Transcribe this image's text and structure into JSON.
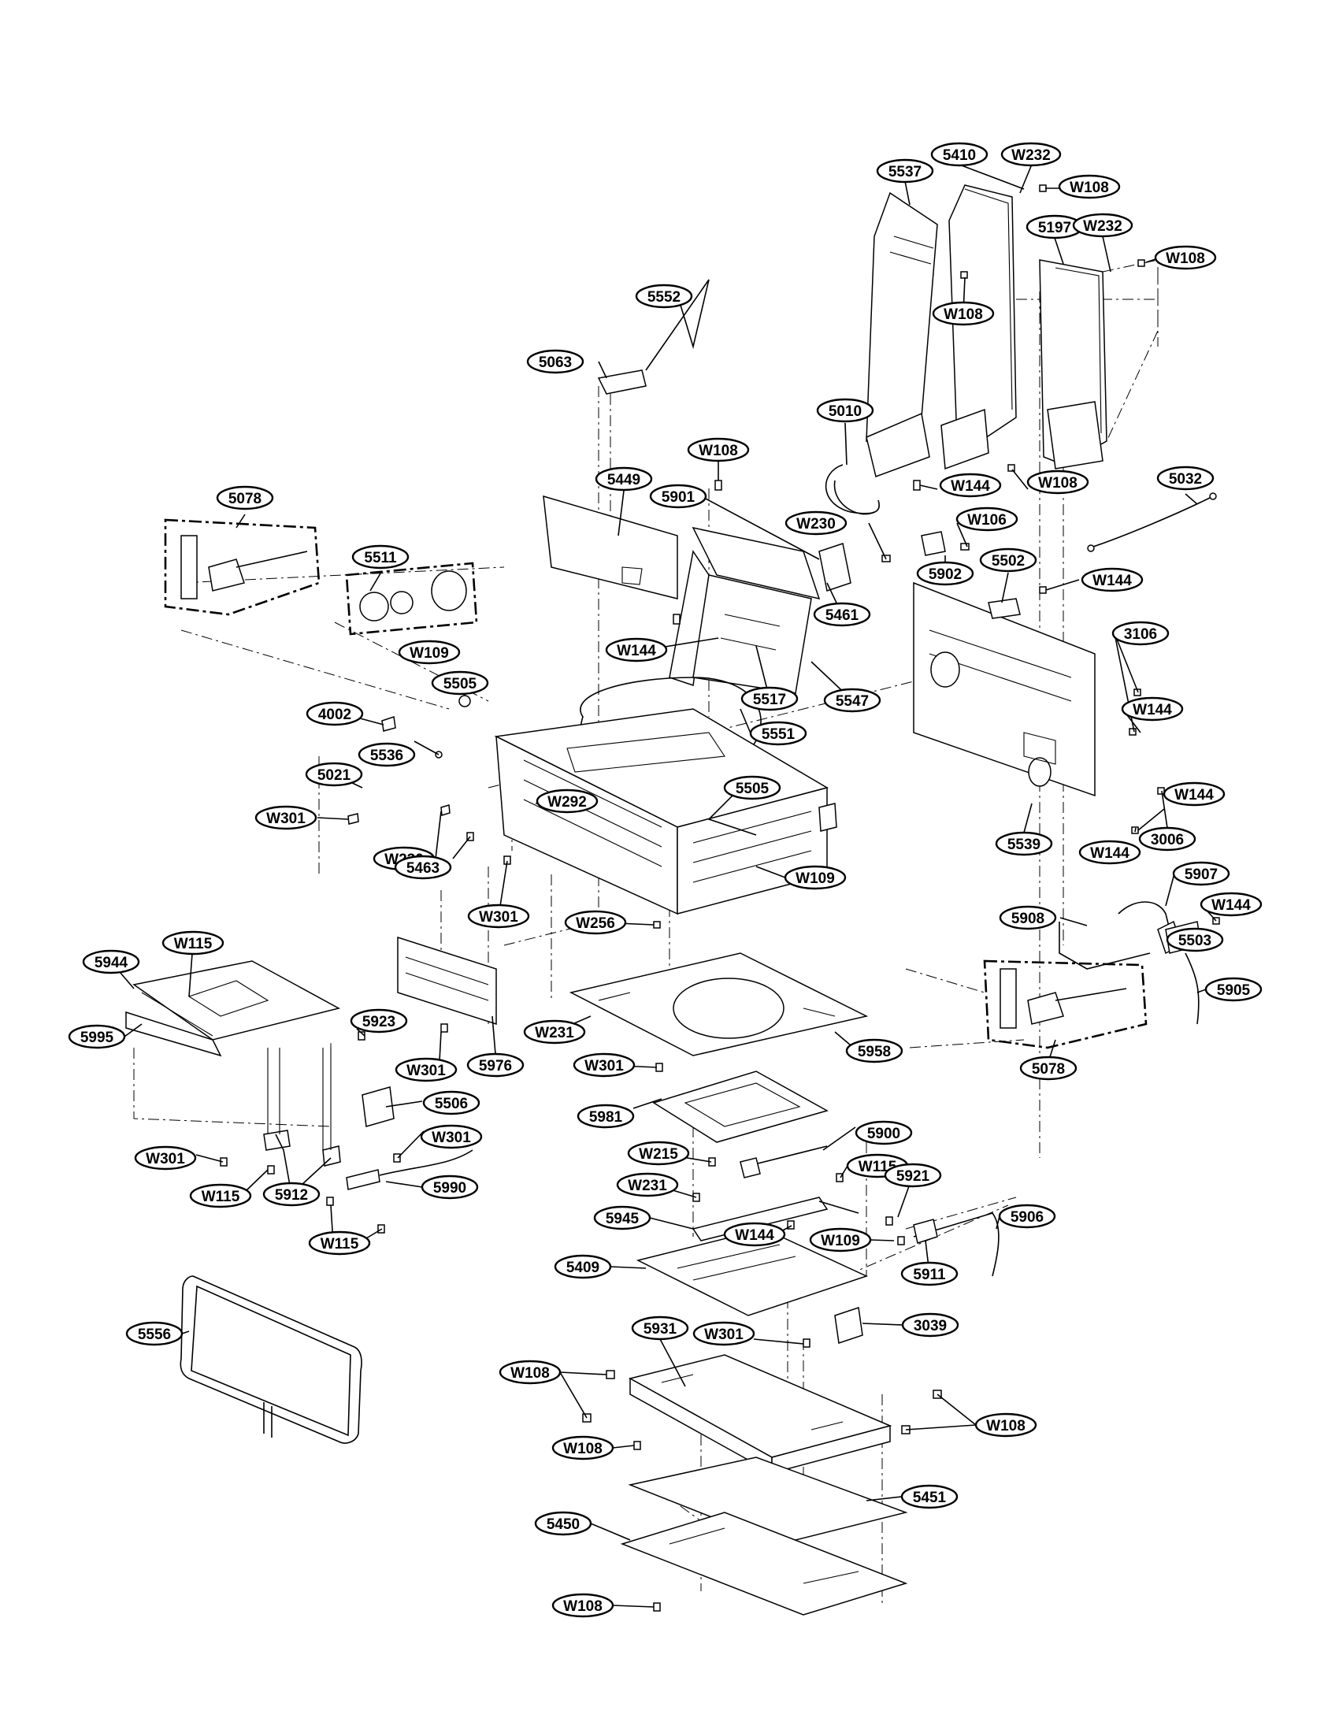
{
  "callouts": [
    {
      "id": "c5410",
      "label": "5410"
    },
    {
      "id": "cW232a",
      "label": "W232"
    },
    {
      "id": "c5537",
      "label": "5537"
    },
    {
      "id": "cW108a",
      "label": "W108"
    },
    {
      "id": "c5197",
      "label": "5197"
    },
    {
      "id": "cW232b",
      "label": "W232"
    },
    {
      "id": "cW108b",
      "label": "W108"
    },
    {
      "id": "cW108c",
      "label": "W108"
    },
    {
      "id": "c5552",
      "label": "5552"
    },
    {
      "id": "c5063",
      "label": "5063"
    },
    {
      "id": "c5010",
      "label": "5010"
    },
    {
      "id": "cW108d",
      "label": "W108"
    },
    {
      "id": "cW108e",
      "label": "W108"
    },
    {
      "id": "c5032",
      "label": "5032"
    },
    {
      "id": "c5449",
      "label": "5449"
    },
    {
      "id": "cW144a",
      "label": "W144"
    },
    {
      "id": "c5901",
      "label": "5901"
    },
    {
      "id": "cW230a",
      "label": "W230"
    },
    {
      "id": "cW106",
      "label": "W106"
    },
    {
      "id": "c5078a",
      "label": "5078"
    },
    {
      "id": "c5511",
      "label": "5511"
    },
    {
      "id": "c5502",
      "label": "5502"
    },
    {
      "id": "c5902",
      "label": "5902"
    },
    {
      "id": "cW144b",
      "label": "W144"
    },
    {
      "id": "c5461",
      "label": "5461"
    },
    {
      "id": "cW144c",
      "label": "W144"
    },
    {
      "id": "c3106",
      "label": "3106"
    },
    {
      "id": "cW109a",
      "label": "W109"
    },
    {
      "id": "c5505a",
      "label": "5505"
    },
    {
      "id": "c5517",
      "label": "5517"
    },
    {
      "id": "c5547",
      "label": "5547"
    },
    {
      "id": "cW144d",
      "label": "W144"
    },
    {
      "id": "c4002",
      "label": "4002"
    },
    {
      "id": "c5551",
      "label": "5551"
    },
    {
      "id": "c5536",
      "label": "5536"
    },
    {
      "id": "cW144e",
      "label": "W144"
    },
    {
      "id": "c5021",
      "label": "5021"
    },
    {
      "id": "cW292",
      "label": "W292"
    },
    {
      "id": "cW301a",
      "label": "W301"
    },
    {
      "id": "cW230b",
      "label": "W230"
    },
    {
      "id": "c5505b",
      "label": "5505"
    },
    {
      "id": "cW144f",
      "label": "W144"
    },
    {
      "id": "c3006",
      "label": "3006"
    },
    {
      "id": "c5539",
      "label": "5539"
    },
    {
      "id": "c5463",
      "label": "5463"
    },
    {
      "id": "cW109b",
      "label": "W109"
    },
    {
      "id": "c5907",
      "label": "5907"
    },
    {
      "id": "cW301b",
      "label": "W301"
    },
    {
      "id": "cW144g",
      "label": "W144"
    },
    {
      "id": "c5908",
      "label": "5908"
    },
    {
      "id": "cW256",
      "label": "W256"
    },
    {
      "id": "c5503",
      "label": "5503"
    },
    {
      "id": "cW115a",
      "label": "W115"
    },
    {
      "id": "c5944",
      "label": "5944"
    },
    {
      "id": "c5905",
      "label": "5905"
    },
    {
      "id": "c5995",
      "label": "5995"
    },
    {
      "id": "c5923",
      "label": "5923"
    },
    {
      "id": "cW231a",
      "label": "W231"
    },
    {
      "id": "c5958",
      "label": "5958"
    },
    {
      "id": "cW301c",
      "label": "W301"
    },
    {
      "id": "c5976",
      "label": "5976"
    },
    {
      "id": "cW301d",
      "label": "W301"
    },
    {
      "id": "c5078b",
      "label": "5078"
    },
    {
      "id": "c5506",
      "label": "5506"
    },
    {
      "id": "c5981",
      "label": "5981"
    },
    {
      "id": "cW301e",
      "label": "W301"
    },
    {
      "id": "c5900",
      "label": "5900"
    },
    {
      "id": "cW301f",
      "label": "W301"
    },
    {
      "id": "cW215",
      "label": "W215"
    },
    {
      "id": "c5990",
      "label": "5990"
    },
    {
      "id": "cW115b",
      "label": "W115"
    },
    {
      "id": "cW115c",
      "label": "W115"
    },
    {
      "id": "c5912",
      "label": "5912"
    },
    {
      "id": "cW231b",
      "label": "W231"
    },
    {
      "id": "c5921",
      "label": "5921"
    },
    {
      "id": "c5945",
      "label": "5945"
    },
    {
      "id": "c5906",
      "label": "5906"
    },
    {
      "id": "cW115d",
      "label": "W115"
    },
    {
      "id": "cW144h",
      "label": "W144"
    },
    {
      "id": "cW109c",
      "label": "W109"
    },
    {
      "id": "c5409",
      "label": "5409"
    },
    {
      "id": "c5911",
      "label": "5911"
    },
    {
      "id": "c3039",
      "label": "3039"
    },
    {
      "id": "c5556",
      "label": "5556"
    },
    {
      "id": "c5931",
      "label": "5931"
    },
    {
      "id": "cW301g",
      "label": "W301"
    },
    {
      "id": "cW108f",
      "label": "W108"
    },
    {
      "id": "cW108g",
      "label": "W108"
    },
    {
      "id": "cW108h",
      "label": "W108"
    },
    {
      "id": "c5451",
      "label": "5451"
    },
    {
      "id": "c5450",
      "label": "5450"
    },
    {
      "id": "cW108i",
      "label": "W108"
    }
  ]
}
